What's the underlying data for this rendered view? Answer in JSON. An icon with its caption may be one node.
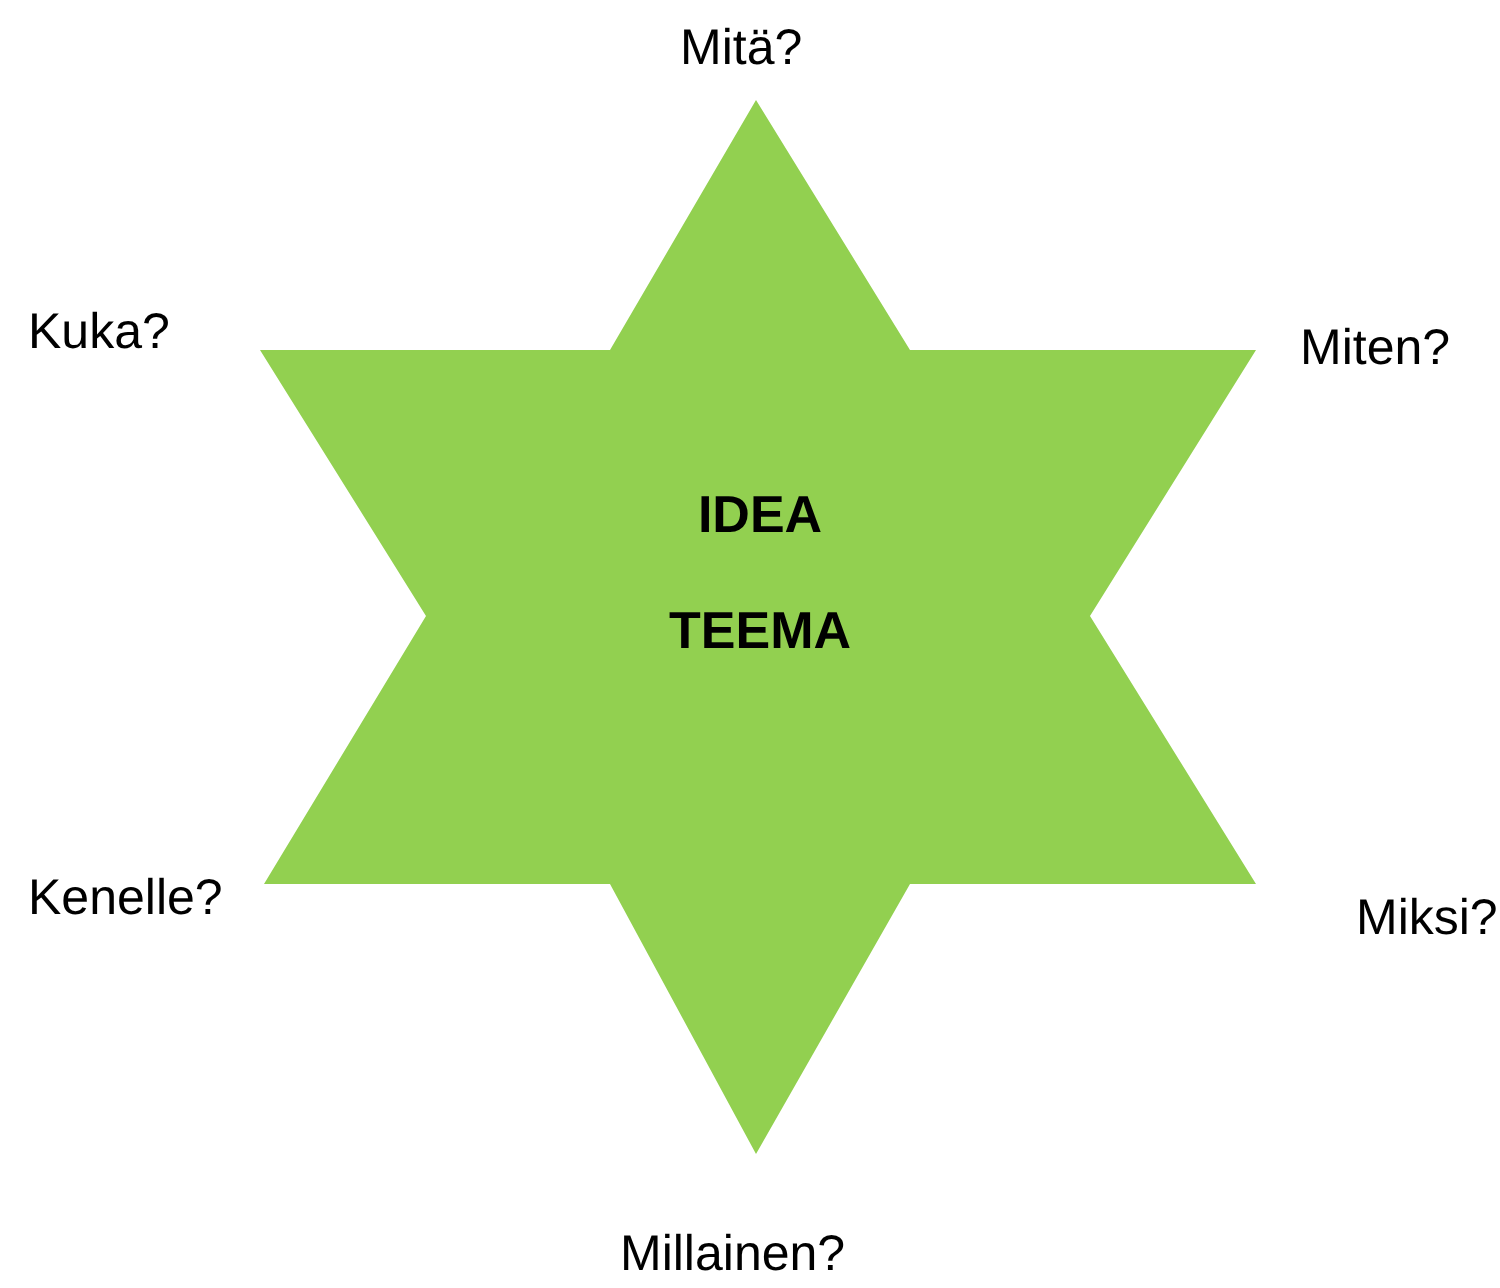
{
  "diagram": {
    "nodes": [
      {
        "text": [
          "IDEA",
          "TEEMA"
        ]
      }
    ],
    "labels": [
      "Mitä?",
      "Kuka?",
      "Miten?",
      "Kenelle?",
      "Miksi?",
      "Millainen?"
    ]
  }
}
